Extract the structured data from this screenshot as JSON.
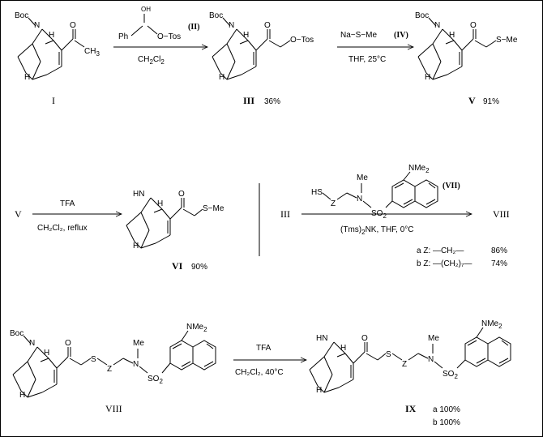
{
  "labels": {
    "boc": "Boc",
    "n": "N",
    "h": "H",
    "hn": "HN",
    "o": "O",
    "ch3": "CH",
    "ch3_sub": "3",
    "o_tos": "O−Tos",
    "s_me": "S−Me",
    "s": "S",
    "z": "Z",
    "me": "Me",
    "nme2": "NMe",
    "nme2_sub": "2",
    "so2": "SO",
    "so2_sub": "2",
    "hs": "HS",
    "oh": "OH",
    "ph": "Ph"
  },
  "compounds": {
    "I": "I",
    "III": "III",
    "III_yield": "36%",
    "V": "V",
    "V_yield": "91%",
    "VI": "VI",
    "VI_yield": "90%",
    "VIII": "VIII",
    "IX": "IX",
    "IX_yield_a": "a  100%",
    "IX_yield_b": "b  100%",
    "V_start": "V",
    "III_start": "III",
    "VIII_product": "VIII",
    "VII_tag": "(VII)"
  },
  "reagents": {
    "r1_tag": "(II)",
    "r1_ph": "Ph",
    "r1_otos": "O−Tos",
    "r1_solvent": "CH",
    "r1_solvent_sub": "2",
    "r1_solvent_end": "Cl",
    "r1_solvent_sub2": "2",
    "r2_reagent": "Na−S−Me",
    "r2_tag": "(IV)",
    "r2_cond": "THF,  25°C",
    "r3_reagent": "TFA",
    "r3_cond": "CH₂Cl₂,  reflux",
    "r4_cond_a": "(Tms)",
    "r4_cond_sub": "2",
    "r4_cond_b": "NK,   THF,  0°C",
    "r5_reagent": "TFA",
    "r5_cond": "CH₂Cl₂,  40°C"
  },
  "yields_table": {
    "a_label": "a  Z: —CH₂—",
    "a_value": "86%",
    "b_label": "b  Z: —(CH₂)₇—",
    "b_value": "74%"
  }
}
